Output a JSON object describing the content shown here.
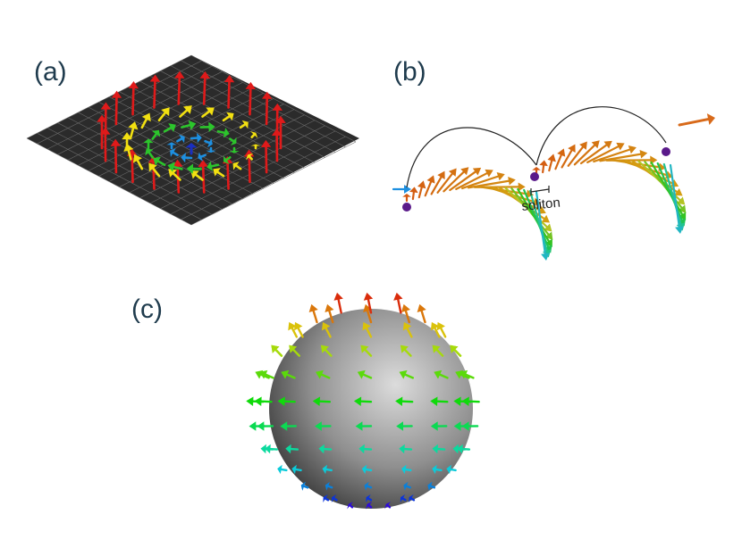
{
  "panels": {
    "a": {
      "label": "(a)"
    },
    "b": {
      "label": "(b)",
      "annotation": "soliton"
    },
    "c": {
      "label": "(c)"
    }
  },
  "colors": {
    "board": "#2b2b2b",
    "grid": "#6a6a6a",
    "sphere_light": "#d9d9d9",
    "sphere_dark": "#3a3a3a",
    "label": "#1f3b4d"
  }
}
